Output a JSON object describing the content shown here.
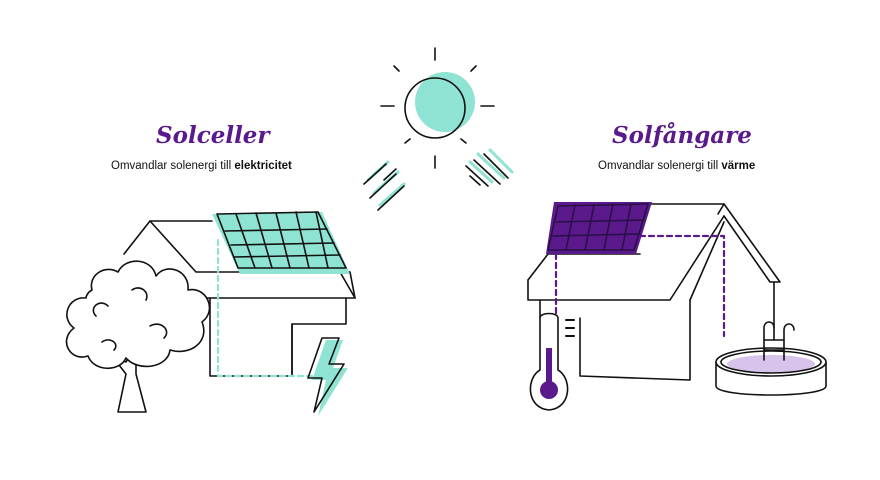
{
  "left": {
    "title": "Solceller",
    "subtitle_prefix": "Omvandlar solenergi till ",
    "subtitle_bold": "elektricitet"
  },
  "right": {
    "title": "Solfångare",
    "subtitle_prefix": "Omvandlar solenergi till ",
    "subtitle_bold": "värme"
  },
  "colors": {
    "accent_mint": "#8ee3d2",
    "accent_purple": "#5a1a8c",
    "pool_lilac": "#d8c3ea",
    "ink": "#111111"
  },
  "icons": [
    "sun-icon",
    "solar-panel-icon",
    "solar-collector-icon",
    "lightning-bolt-icon",
    "thermometer-icon",
    "pool-icon",
    "tree-icon",
    "house-icon"
  ]
}
